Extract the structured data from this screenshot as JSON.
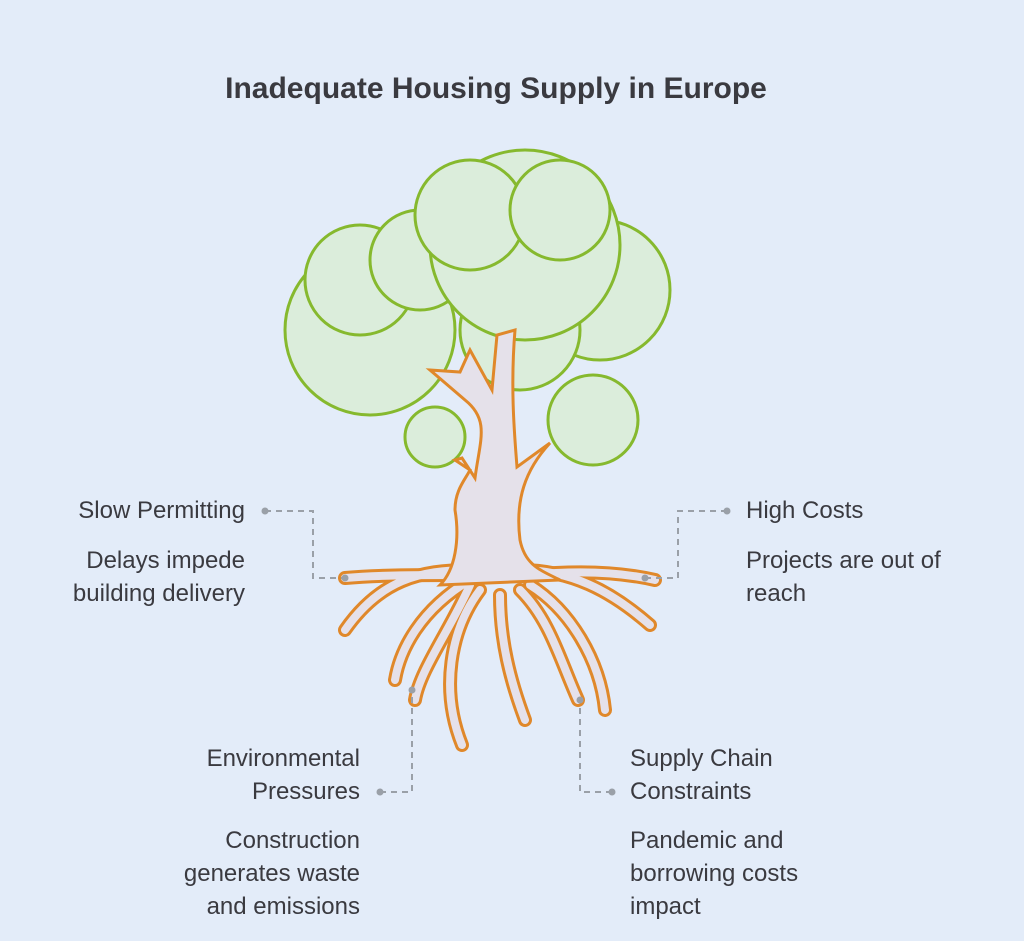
{
  "title": "Inadequate Housing Supply in Europe",
  "items": [
    {
      "heading": "Slow Permitting",
      "desc": "Delays impede building delivery"
    },
    {
      "heading": "High Costs",
      "desc": "Projects are out of reach"
    },
    {
      "heading": "Environmental Pressures",
      "desc": "Construction generates waste and emissions"
    },
    {
      "heading": "Supply Chain Constraints",
      "desc": "Pandemic and borrowing costs impact"
    }
  ],
  "colors": {
    "background": "#e3ecf9",
    "foliage": "#dbeddb",
    "foliage_stroke": "#86b92e",
    "trunk": "#e5e1ea",
    "trunk_stroke": "#e0882a",
    "connector": "#9aa0a8"
  }
}
